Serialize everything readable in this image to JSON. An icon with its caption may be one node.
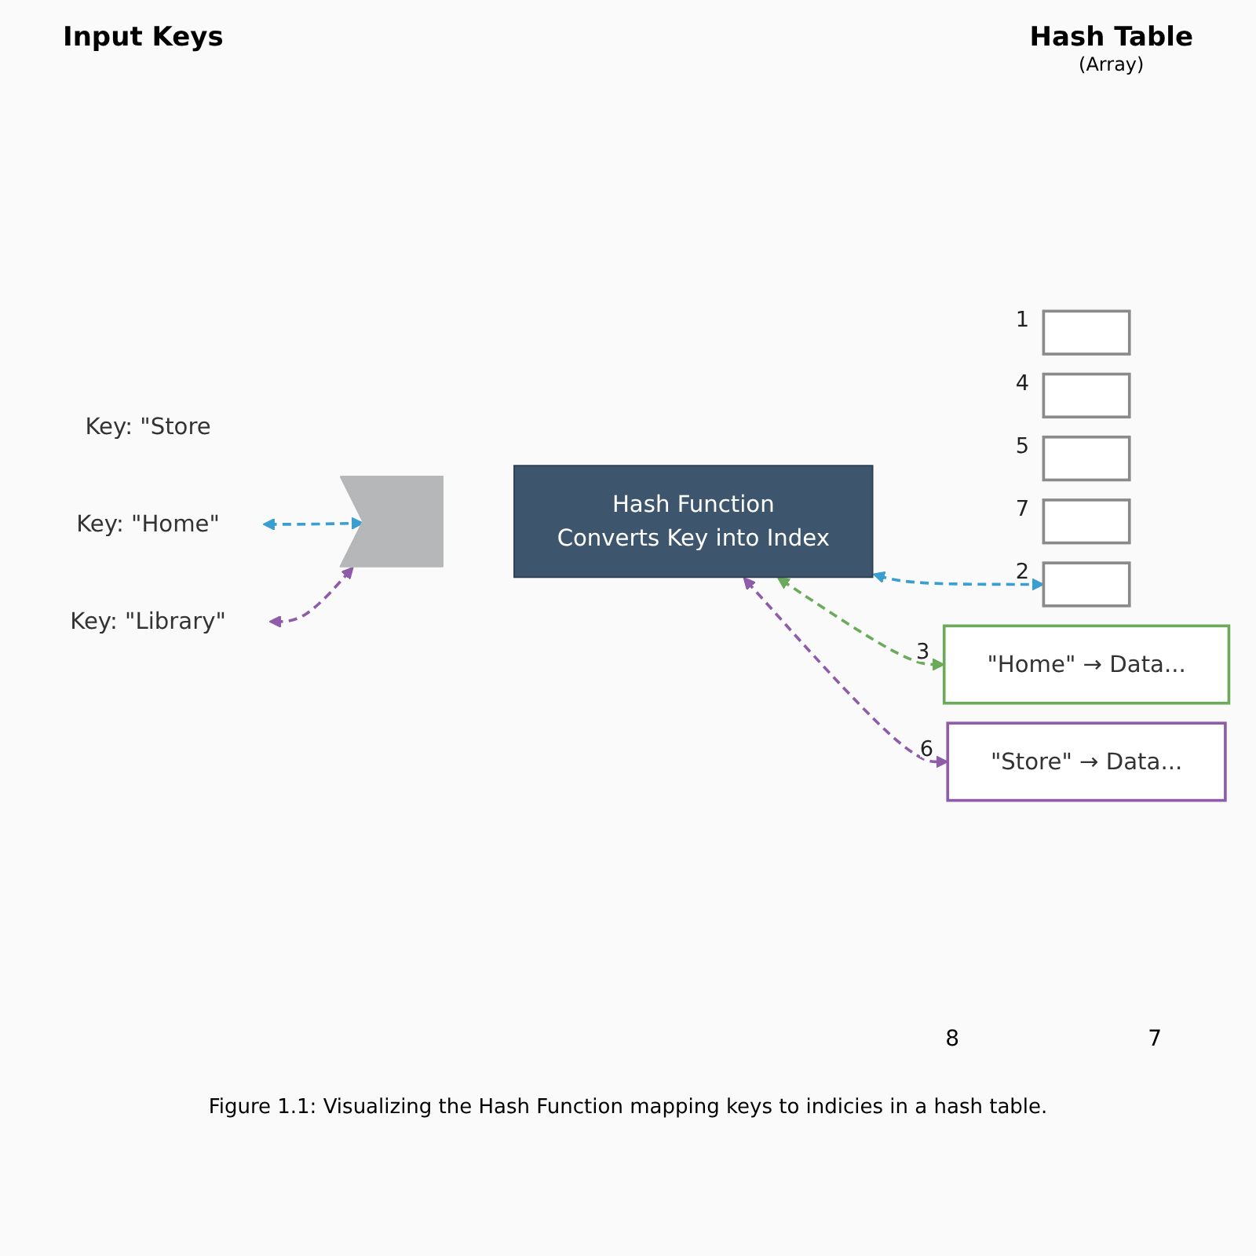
{
  "diagram": {
    "caption": "Figure 1.1: Visualizing the Hash Function mapping keys to indicies in a hash table.",
    "nodes": [
      {
        "text": [
          "Key: \"Home\""
        ]
      },
      {
        "text": [
          "Key: \"Store"
        ]
      },
      {
        "text": [
          "Key: \"Library\""
        ]
      },
      {
        "text": [],
        "shape": "arrow"
      },
      {
        "text": [
          "Hash Function",
          "Converts Key into Index"
        ]
      },
      {
        "text": [],
        "shape": "box",
        "beside": [
          "1"
        ]
      },
      {
        "text": [],
        "shape": "box",
        "beside": [
          "2"
        ]
      },
      {
        "text": [
          "\"Home\" → Data..."
        ],
        "beside": [
          "3"
        ]
      },
      {
        "text": [],
        "shape": "box",
        "beside": [
          "4"
        ]
      },
      {
        "text": [],
        "shape": "box",
        "beside": [
          "5"
        ]
      },
      {
        "text": [
          "\"Store\" → Data..."
        ],
        "beside": [
          "6"
        ]
      },
      {
        "text": [],
        "shape": "box",
        "beside": [
          "7"
        ]
      }
    ],
    "edges": [
      {
        "from": 0,
        "to": 3,
        "arrow": "both",
        "style": "dashed",
        "color": "#3a9fd0"
      },
      {
        "from": 2,
        "to": 3,
        "arrow": "both",
        "style": "dashed",
        "color": "#8e5ca8"
      },
      {
        "from": 4,
        "to": 6,
        "arrow": "both",
        "style": "dashed",
        "color": "#3a9fd0"
      },
      {
        "from": 4,
        "to": 7,
        "arrow": "both",
        "style": "dashed",
        "color": "#6aaa5a"
      },
      {
        "from": 4,
        "to": 10,
        "arrow": "both",
        "style": "dashed",
        "color": "#8e5ca8"
      }
    ],
    "labels": [
      "Input Keys",
      "Hash Table",
      "(Array)",
      "8",
      "7"
    ]
  }
}
